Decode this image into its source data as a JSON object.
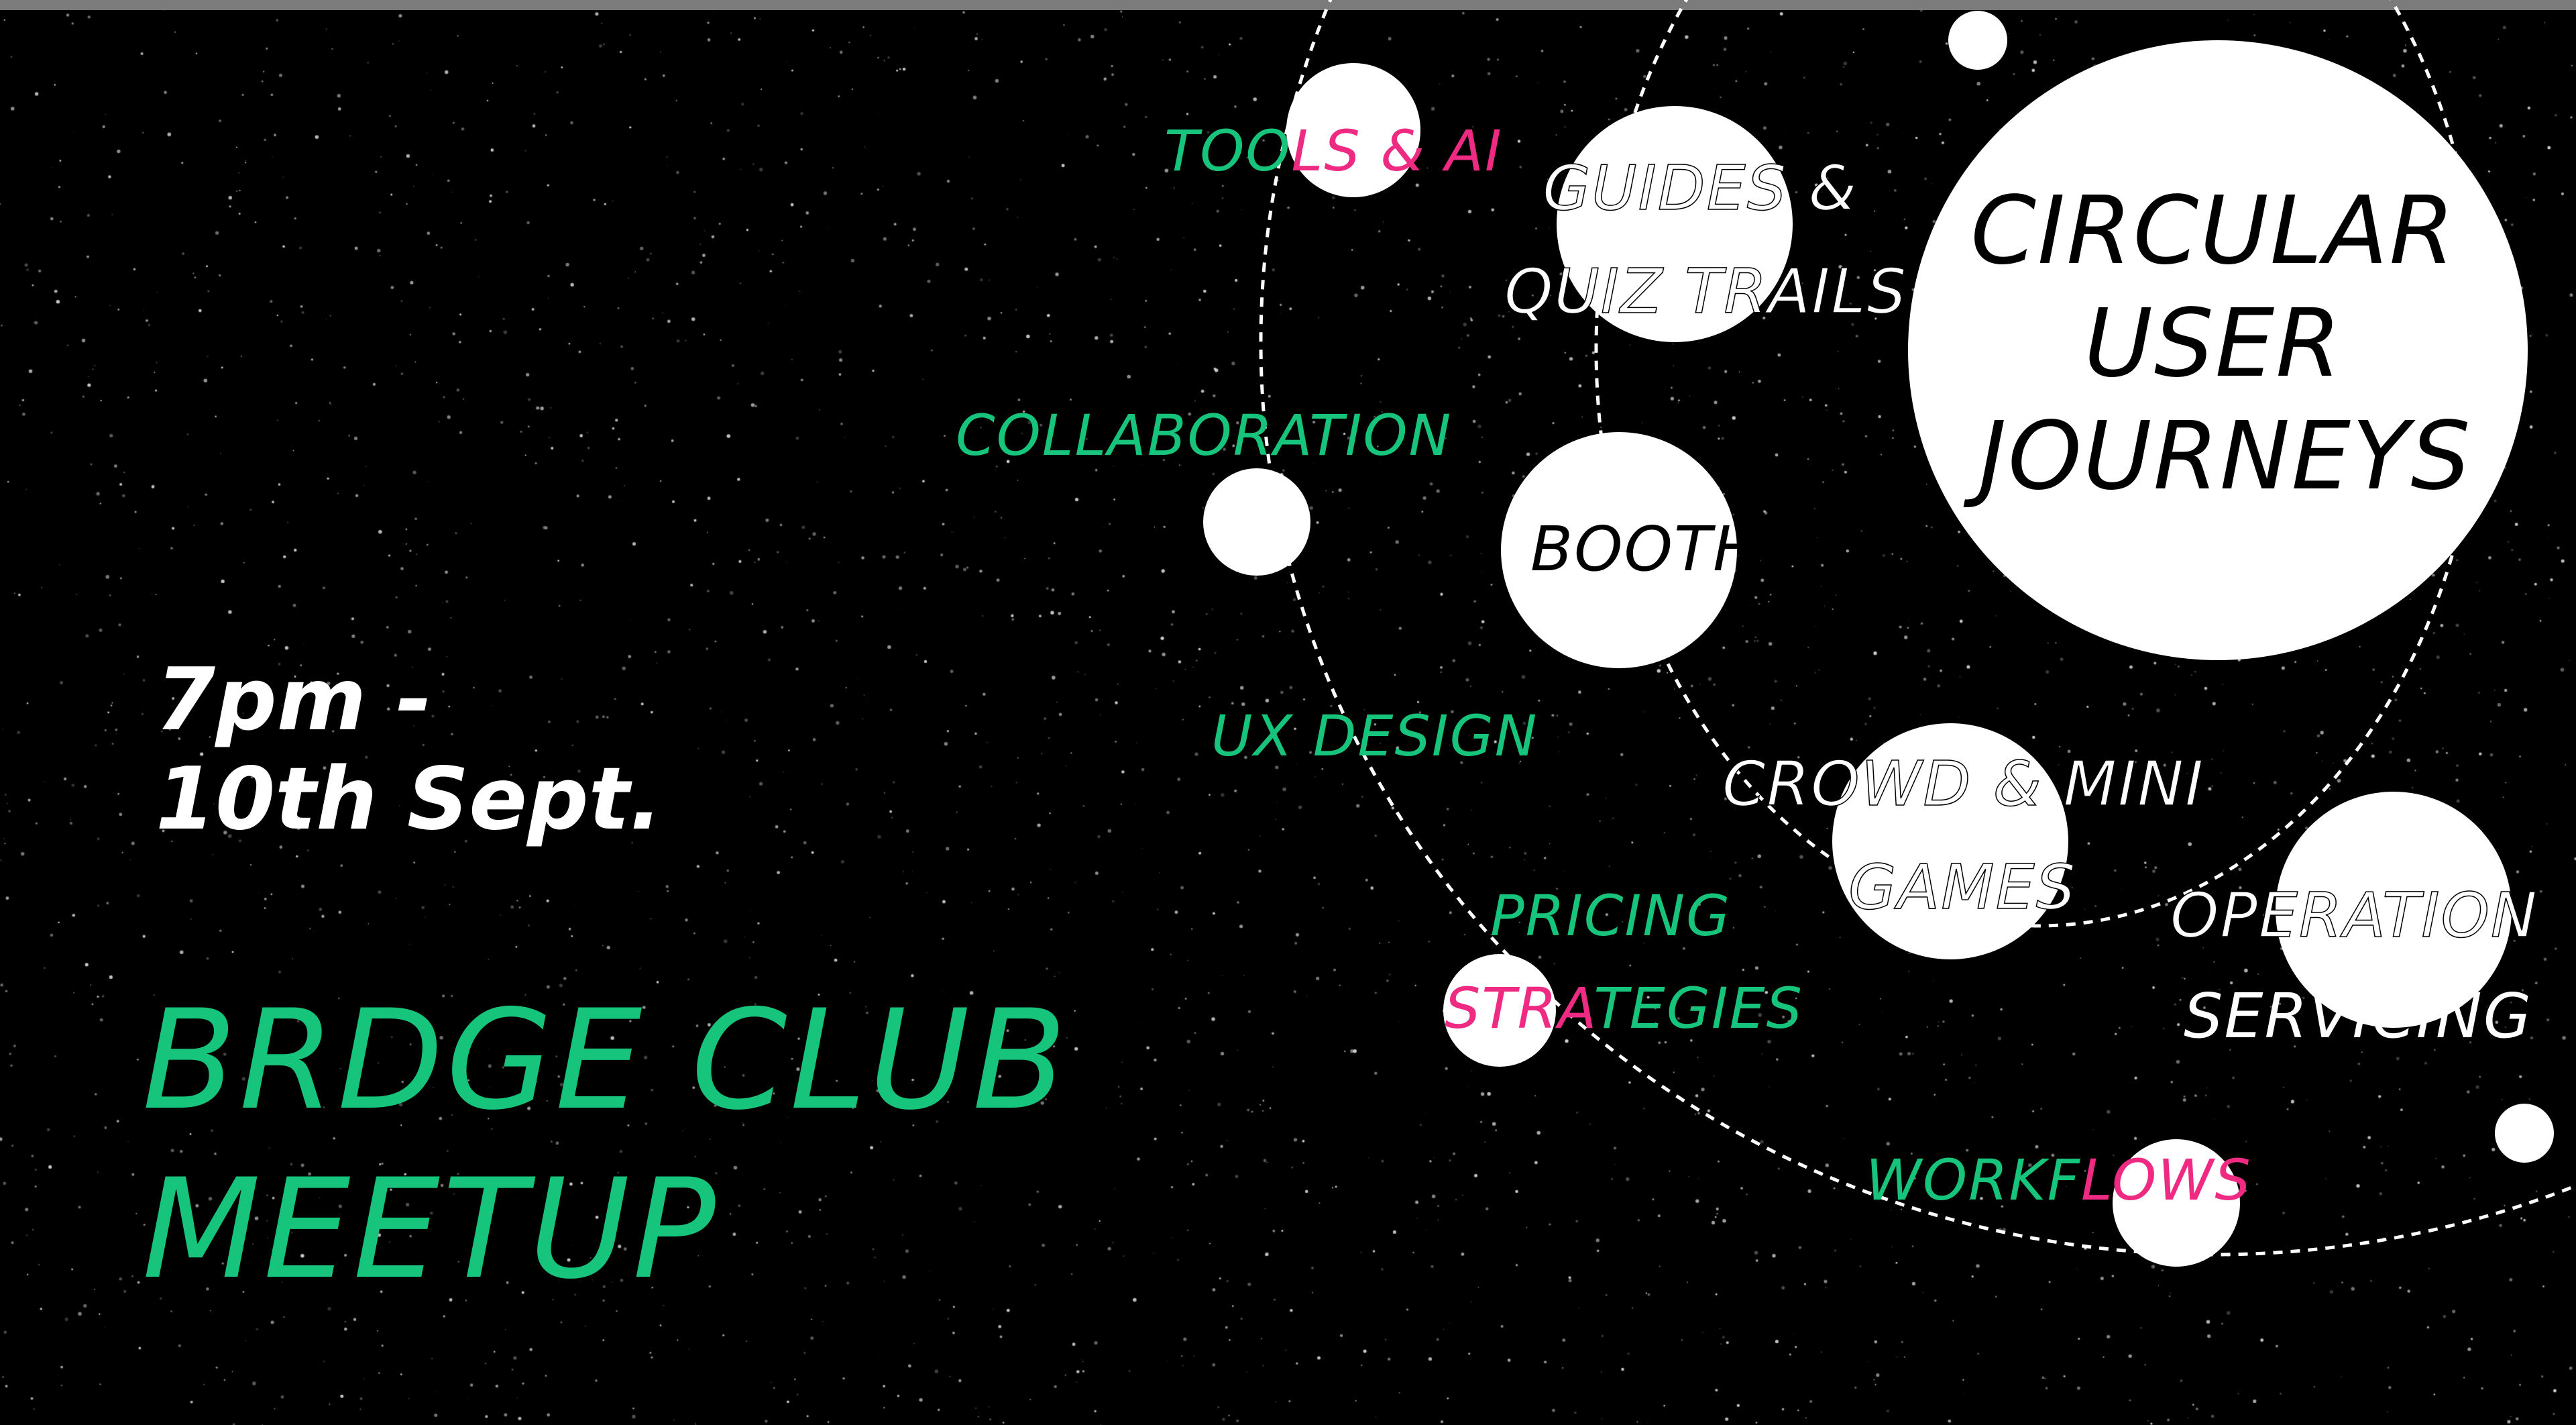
{
  "colors": {
    "background": "#000000",
    "top_bar": "#7b7b7b",
    "bubble": "#ffffff",
    "bubble_text": "#000000",
    "white_text": "#ffffff",
    "green_text": "#17c47b",
    "pink_text": "#ee2a82",
    "orbit_line": "#ffffff"
  },
  "event": {
    "time_line1": "7pm -",
    "time_line2": "10th Sept.",
    "title_line1": "BRDGE CLUB",
    "title_line2": "MEETUP"
  },
  "topics": {
    "circular_line1": "CIRCULAR",
    "circular_line2": "USER",
    "circular_line3": "JOURNEYS",
    "guides_line1": "GUIDES &",
    "guides_line2": "QUIZ TRAILS",
    "booths": "BOOTHS",
    "crowd_line1": "CROWD & MINI",
    "crowd_line2": "GAMES",
    "operation_line1": "OPERATION",
    "operation_line2": "SERVICING",
    "tools_part1": "TOO",
    "tools_part2": "LS & AI",
    "collaboration": "COLLABORATION",
    "ux_design": "UX DESIGN",
    "pricing_line1": "PRICING",
    "pricing_part1": "STRA",
    "pricing_part2": "TEGIES",
    "workflows_part1": "WORKF",
    "workflows_part2": "LOWS"
  }
}
